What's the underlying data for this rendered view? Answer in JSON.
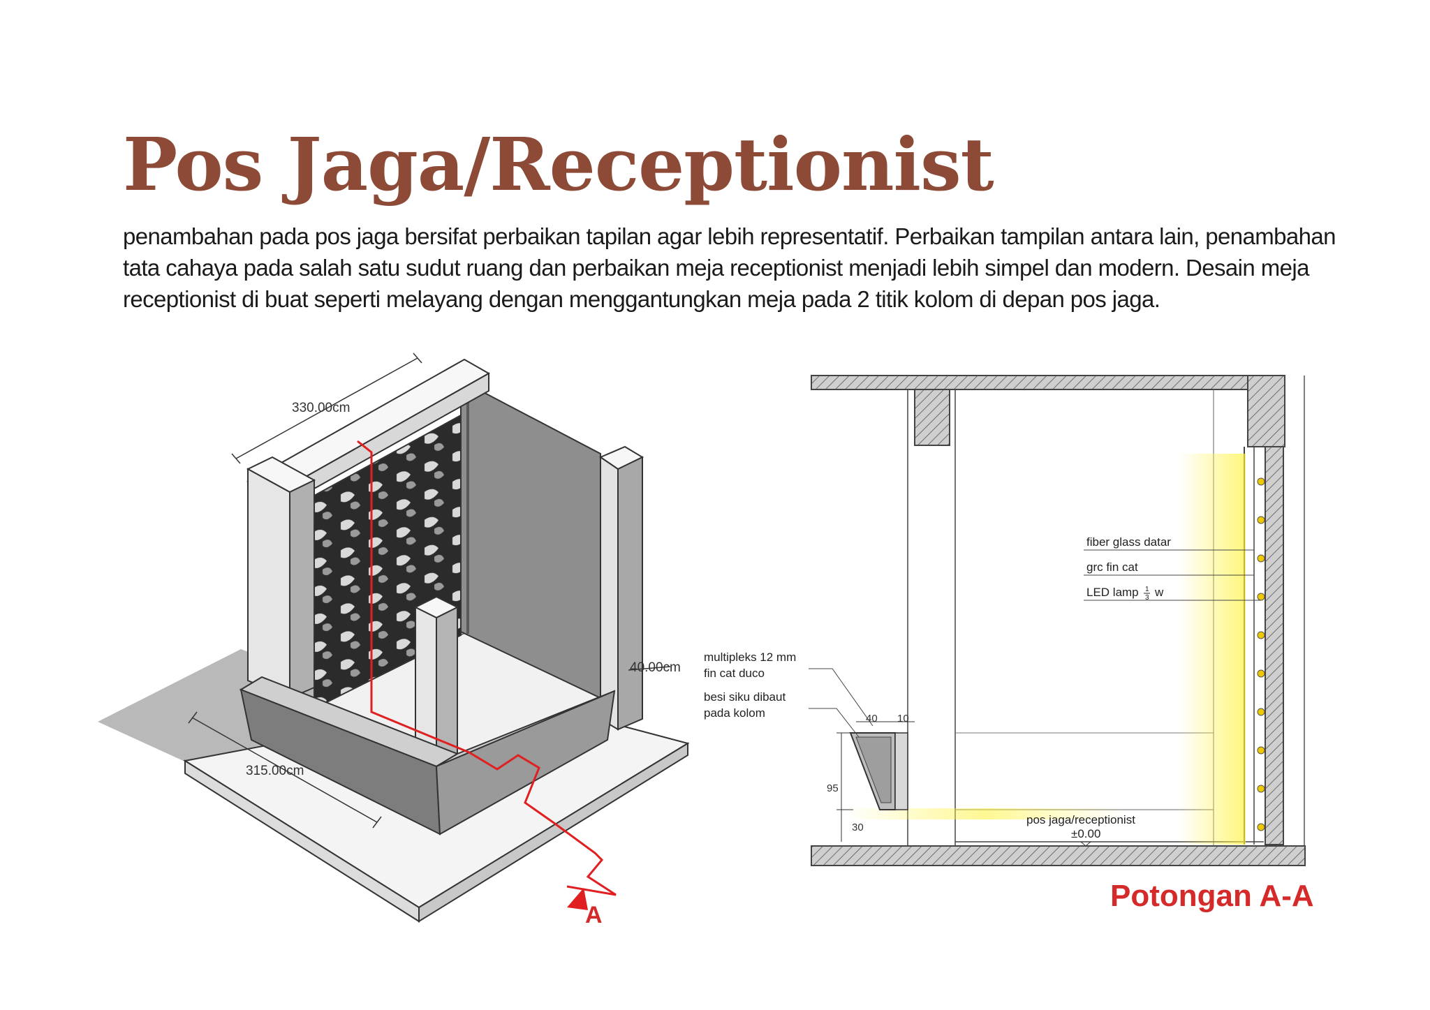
{
  "title": "Pos Jaga/Receptionist",
  "description": [
    "penambahan pada pos jaga bersifat perbaikan tapilan agar lebih representatif. Perbaikan tampilan antara lain, penambahan",
    "tata cahaya pada salah satu sudut ruang dan   perbaikan meja receptionist menjadi lebih simpel dan modern. Desain meja",
    "receptionist di buat seperti melayang dengan menggantungkan meja pada 2 titik kolom di depan pos jaga."
  ],
  "iso": {
    "dim_width": "330.00cm",
    "dim_depth": "315.00cm",
    "dim_column": "40.00cm",
    "section_mark": "A"
  },
  "section": {
    "labels": {
      "fiber": "fiber glass datar",
      "grc": "grc fin cat",
      "led_prefix": "LED lamp",
      "led_num": "1",
      "led_den": "3",
      "led_unit": "w",
      "multipleks_1": "multipleks 12 mm",
      "multipleks_2": "fin cat duco",
      "besi_1": "besi siku dibaut",
      "besi_2": "pada kolom",
      "room_1": "pos jaga/receptionist",
      "room_2": "±0.00"
    },
    "dims": {
      "d40": "40",
      "d10": "10",
      "d95": "95",
      "d30": "30"
    },
    "caption": "Potongan A-A"
  },
  "colors": {
    "title": "#8c4a37",
    "section_line": "#e02020",
    "led_glow": "#fff23c",
    "hatch": "#777777"
  }
}
